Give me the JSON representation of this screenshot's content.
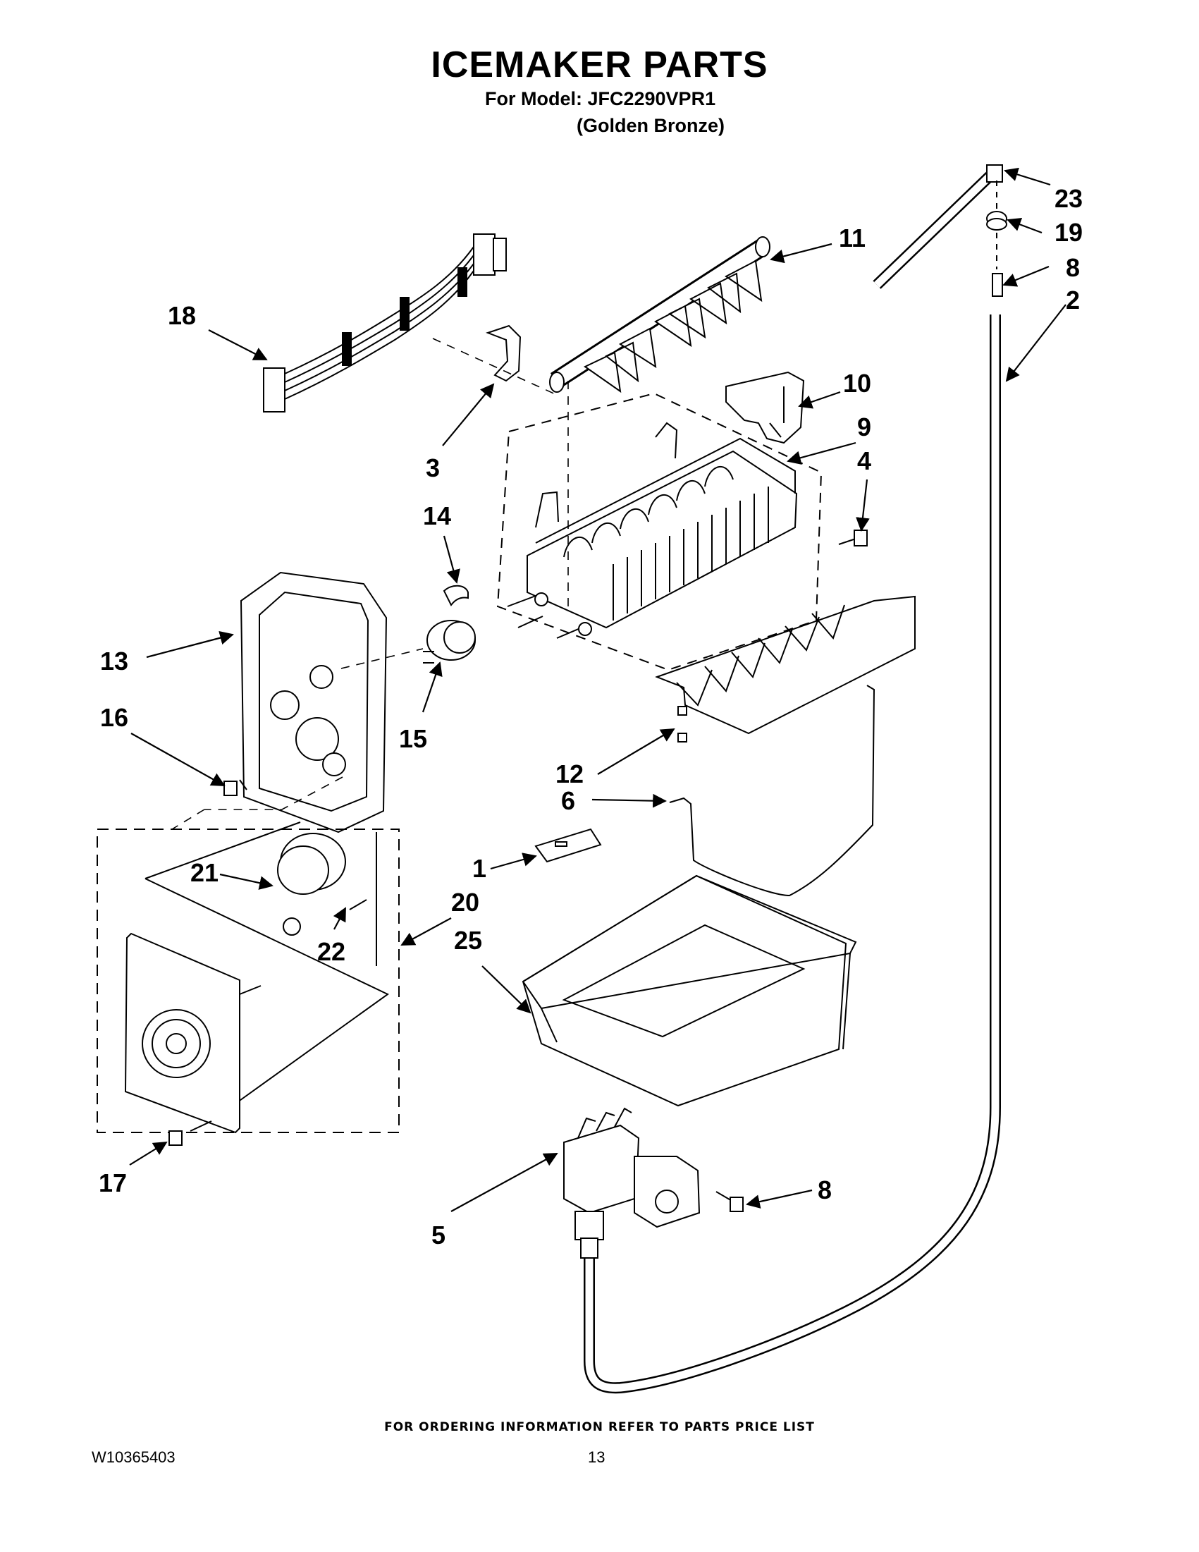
{
  "header": {
    "title": "ICEMAKER PARTS",
    "model_line": "For Model: JFC2290VPR1",
    "color_line": "(Golden Bronze)"
  },
  "callouts": {
    "c1": "1",
    "c2": "2",
    "c3": "3",
    "c4": "4",
    "c5": "5",
    "c6": "6",
    "c8a": "8",
    "c8b": "8",
    "c9": "9",
    "c10": "10",
    "c11": "11",
    "c12": "12",
    "c13": "13",
    "c14": "14",
    "c15": "15",
    "c16": "16",
    "c17": "17",
    "c18": "18",
    "c19": "19",
    "c20": "20",
    "c21": "21",
    "c22": "22",
    "c23": "23",
    "c25": "25"
  },
  "footer": {
    "ordering_note": "FOR ORDERING INFORMATION REFER TO PARTS PRICE LIST",
    "document_number": "W10365403",
    "page_number": "13"
  }
}
